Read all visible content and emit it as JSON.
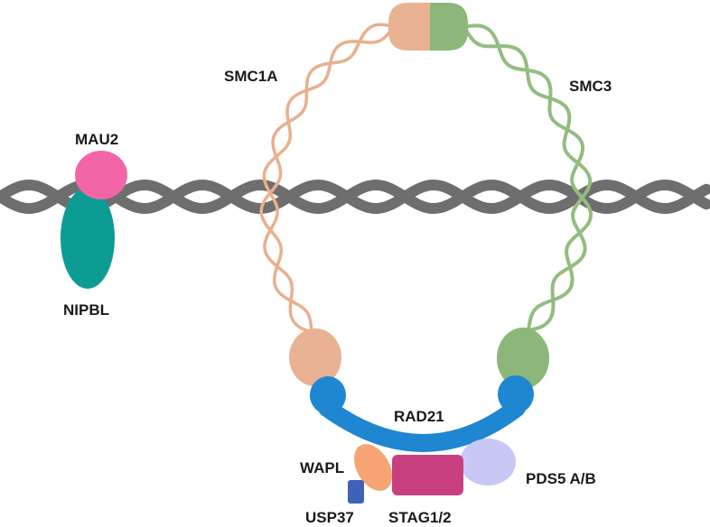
{
  "labels": {
    "smc1a": "SMC1A",
    "smc3": "SMC3",
    "mau2": "MAU2",
    "nipbl": "NIPBL",
    "rad21": "RAD21",
    "wapl": "WAPL",
    "usp37": "USP37",
    "stag": "STAG1/2",
    "pds5": "PDS5 A/B"
  },
  "colors": {
    "dna": "#6e6e6e",
    "smc1a": "#e9b08d",
    "smc1a_head": "#e8b293",
    "smc3": "#93bd80",
    "smc3_head": "#8db67b",
    "mau2": "#f266a8",
    "nipbl": "#0d9c93",
    "rad21": "#1f86d1",
    "wapl": "#f5a472",
    "usp37": "#3f61b8",
    "stag": "#c8407f",
    "pds5": "#c9c7f5"
  }
}
